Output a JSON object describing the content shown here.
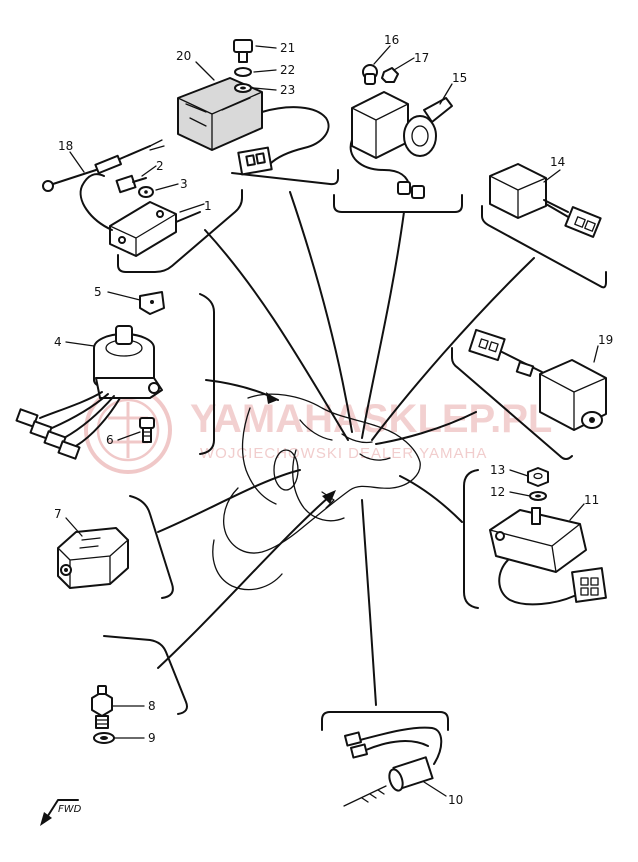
{
  "diagram": {
    "part_numbers": [
      "1",
      "2",
      "3",
      "4",
      "5",
      "6",
      "7",
      "8",
      "9",
      "10",
      "11",
      "12",
      "13",
      "14",
      "15",
      "16",
      "17",
      "18",
      "19",
      "20",
      "21",
      "22",
      "23"
    ],
    "watermark": {
      "main": "YAMAHASKLEP.PL",
      "sub": "WOJCIECHOWSKI DEALER YAMAHA"
    },
    "front_marker": "FWD",
    "colors": {
      "ink": "#111111",
      "watermark": "#f0c8c8"
    }
  }
}
